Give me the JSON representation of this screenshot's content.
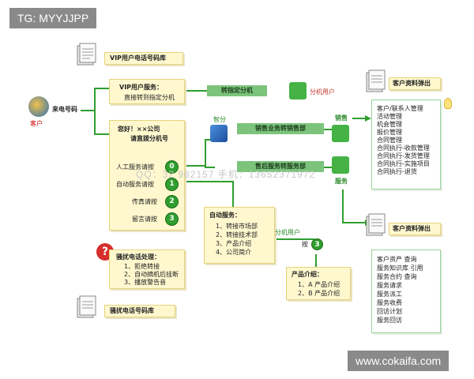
{
  "top_tag": "TG: MYYJJPP",
  "bottom_tag": "www.cokaifa.com",
  "watermark": "QQ：32  982157   手机：13652371972",
  "vip_db_label": "VIP用户电话号码库",
  "customer_label": "客户",
  "incoming_label": "来电号码",
  "vip_box": {
    "title": "VIP用户服务：",
    "desc": "直接转到指定分机"
  },
  "transfer_ext": "转指定分机",
  "ext_user": "分机用户",
  "greeting": {
    "line1": "您好！××公司",
    "line2": "请直拨分机号"
  },
  "menu": [
    {
      "label": "人工服务请按",
      "num": "0"
    },
    {
      "label": "自动服务请按",
      "num": "1"
    },
    {
      "label": "传真请按",
      "num": "2"
    },
    {
      "label": "留言请按",
      "num": "3"
    }
  ],
  "smart_label": "智分",
  "sales_route": "销售业务转销售部",
  "sales_label": "销售",
  "after_route": "售后服务转服务部",
  "service_label": "服务",
  "customer_data_label1": "客户资料弹出",
  "customer_data_label2": "客户资料弹出",
  "sales_list": [
    "客户/联系人管理",
    "活动管理",
    "机会管理",
    "报价管理",
    "合同管理",
    "合同执行-收款管理",
    "合同执行-发货管理",
    "合同执行-实施项目",
    "合同执行-退货"
  ],
  "service_list": [
    "客户资产  查询",
    "服务知识库  引用",
    "服务合约  查询",
    "服务请求",
    "服务派工",
    "服务收费",
    "回访计划",
    "服务回访"
  ],
  "auto_box": {
    "title": "自动服务：",
    "items": [
      "1、转接市场部",
      "2、转接技术部",
      "3、产品介绍",
      "4、公司简介"
    ]
  },
  "ext_user2": "分机用户",
  "press_label": "按",
  "press_num": "3",
  "product_box": {
    "title": "产品介绍：",
    "items": [
      "1、A 产品介绍",
      "2、B 产品介绍"
    ]
  },
  "harass_box": {
    "title": "骚扰电话处理：",
    "items": [
      "1、拒绝转接",
      "2、自动摘机后挂断",
      "3、播放警告音"
    ]
  },
  "harass_db_label": "骚扰电话号码库",
  "colors": {
    "green": "#2f9e2f",
    "yellow": "#fff8cf",
    "gray_tag": "#8a8a8a"
  }
}
